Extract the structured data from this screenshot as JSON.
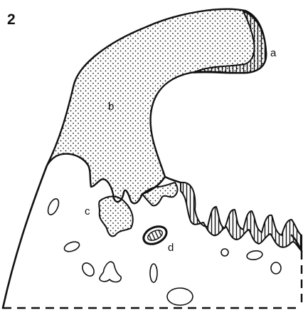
{
  "figure": {
    "panel_number": "2",
    "labels": {
      "a": "a",
      "b": "b",
      "c": "c",
      "d": "d"
    }
  }
}
